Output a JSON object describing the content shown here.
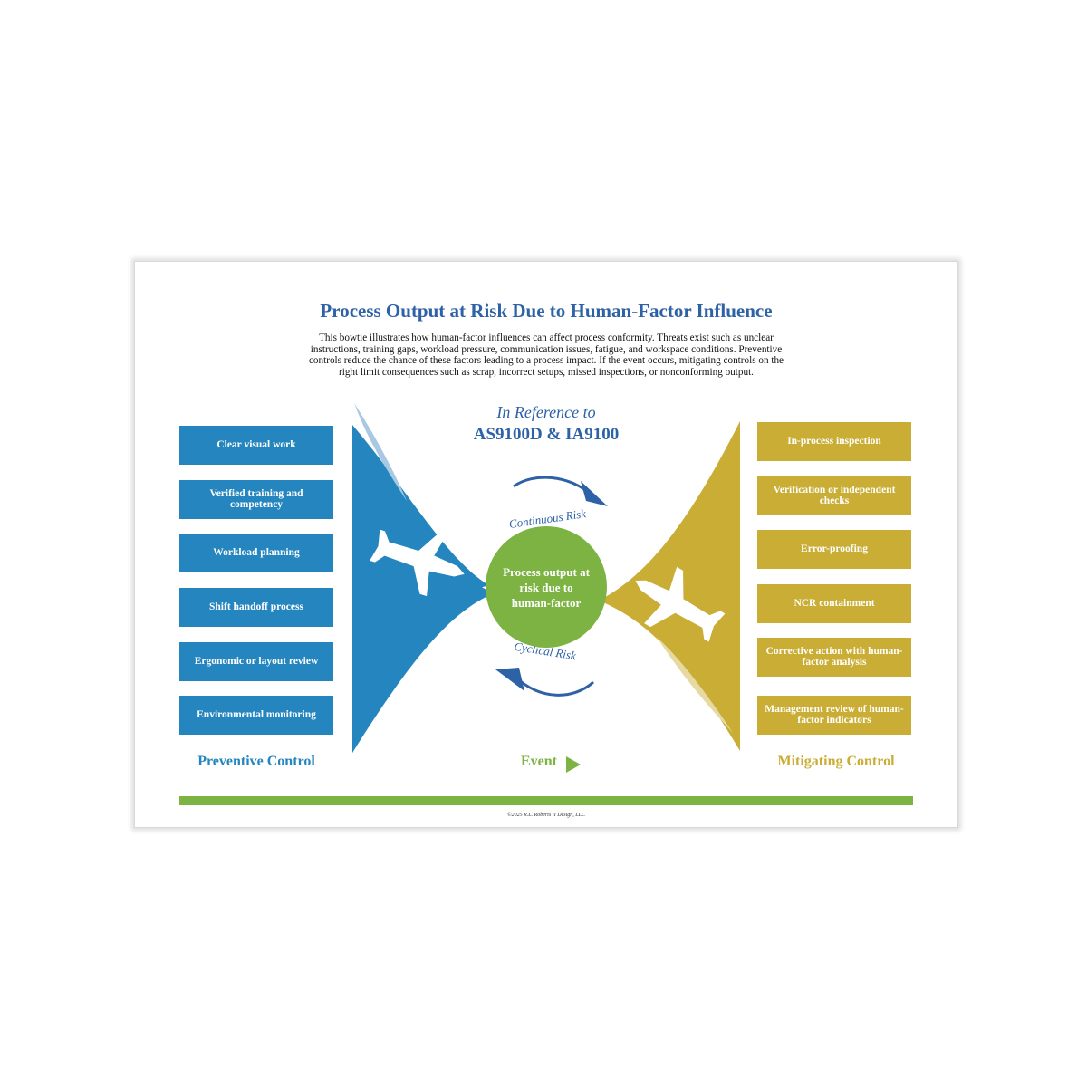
{
  "title": "Process Output at Risk Due to Human-Factor Influence",
  "description": "This bowtie illustrates how human-factor influences can affect process conformity. Threats exist such as unclear instructions, training gaps, workload pressure, communication issues, fatigue, and workspace conditions. Preventive controls reduce the chance of these factors leading to a process impact. If the event occurs, mitigating controls on the right limit consequences such as scrap, incorrect setups, missed inspections, or nonconforming output.",
  "reference": {
    "line1": "In Reference to",
    "line2": "AS9100D & IA9100"
  },
  "preventive": {
    "heading": "Preventive Control",
    "items": [
      "Clear visual work",
      "Verified training and competency",
      "Workload planning",
      "Shift handoff process",
      "Ergonomic or layout review",
      "Environmental monitoring"
    ]
  },
  "mitigating": {
    "heading": "Mitigating Control",
    "items": [
      "In-process inspection",
      "Verification or independent checks",
      "Error-proofing",
      "NCR containment",
      "Corrective action with human-factor analysis",
      "Management review of human-factor indicators"
    ]
  },
  "event": {
    "center_text": "Process output at risk due to human-factor",
    "label": "Event",
    "arc_top": "Continuous Risk",
    "arc_bottom": "Cyclical Risk"
  },
  "copyright": "©2025 R.L. Roberts II Design, LLC",
  "colors": {
    "blue": "#2586bf",
    "gold": "#c9ad35",
    "green": "#7cb342",
    "title": "#2e62a6"
  },
  "icons": [
    "jet-silhouette-left-icon",
    "jet-silhouette-right-icon",
    "curved-arrow-top-icon",
    "curved-arrow-bottom-icon",
    "play-triangle-icon"
  ]
}
